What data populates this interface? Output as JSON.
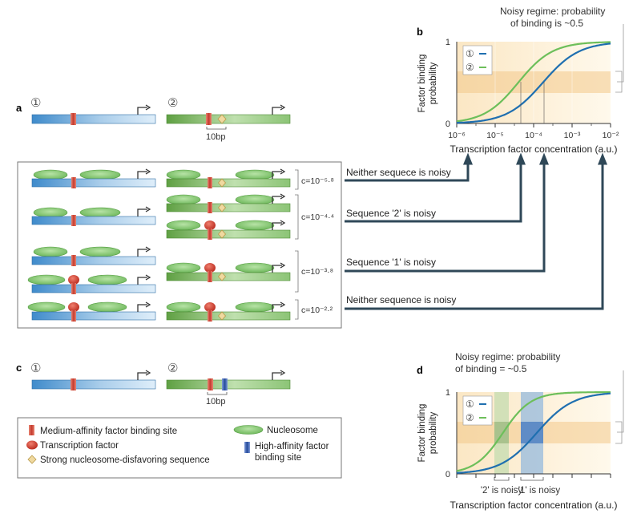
{
  "panel_a": {
    "label": "a",
    "seq1_num": "①",
    "seq2_num": "②",
    "scale": "10bp",
    "conc_labels": [
      "c=10⁻⁵·⁸",
      "c=10⁻⁴·⁴",
      "c=10⁻³·⁸",
      "c=10⁻²·²"
    ],
    "callouts": [
      "Neither sequece is noisy",
      "Sequence '2' is noisy",
      "Sequence '1' is noisy",
      "Neither sequence is noisy"
    ]
  },
  "panel_b": {
    "label": "b",
    "note_line1": "Noisy regime: probability",
    "note_line2": "of binding is ~0.5",
    "ylabel_line1": "Factor binding",
    "ylabel_line2": "probability",
    "xlabel": "Transcription factor concentration (a.u.)",
    "ytick_top": "1",
    "ytick_bottom": "0",
    "xticks": [
      "10⁻⁶",
      "10⁻⁵",
      "10⁻⁴",
      "10⁻³",
      "10⁻²"
    ],
    "legend": [
      "①",
      "②"
    ]
  },
  "panel_c": {
    "label": "c",
    "seq1_num": "①",
    "seq2_num": "②",
    "scale": "10bp"
  },
  "panel_d": {
    "label": "d",
    "note_line1": "Noisy regime: probability",
    "note_line2": "of binding = ~0.5",
    "ylabel_line1": "Factor binding",
    "ylabel_line2": "probability",
    "xlabel": "Transcription factor concentration (a.u.)",
    "ytick_top": "1",
    "ytick_bottom": "0",
    "legend": [
      "①",
      "②"
    ],
    "noisy_2": "'2' is noisy",
    "noisy_1": "'1' is noisy"
  },
  "key": {
    "medium_site": "Medium-affinity factor binding site",
    "tf": "Transcription factor",
    "disfavoring": "Strong nucleosome-disfavoring sequence",
    "nucleosome": "Nucleosome",
    "high_site_line1": "High-affinity factor",
    "high_site_line2": "binding site"
  },
  "colors": {
    "blue_dna": "#3d8ac8",
    "green_dna": "#6aaa4a",
    "red_site": "#c8423a",
    "dark_blue_site": "#2a4fa0",
    "nucleosome": "#8fcf7a",
    "diamond": "#f0d9a0",
    "curve_blue": "#1f6fb0",
    "curve_green": "#6dbf5a",
    "band_orange": "#f2c98a",
    "arrow": "#2f4858"
  }
}
